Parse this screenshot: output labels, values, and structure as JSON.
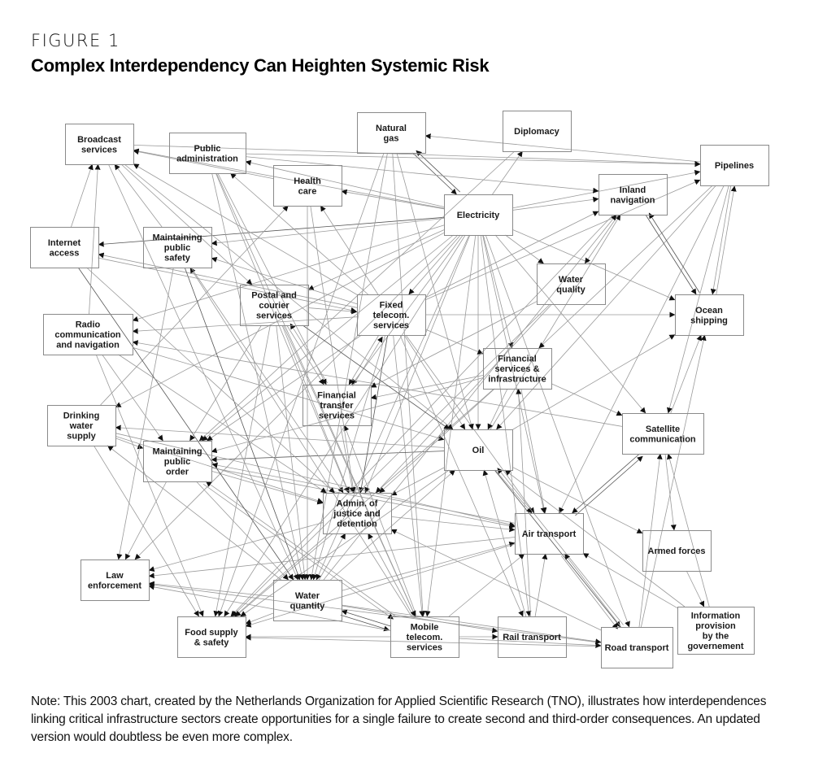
{
  "figure": {
    "label": "FIGURE 1",
    "title": "Complex Interdependency Can Heighten Systemic Risk",
    "note": "Note: This 2003 chart, created by the Netherlands Organization for Applied Scientific Research (TNO), illustrates how interdependences linking critical infrastructure sectors create opportunities for a single failure to create second and third-order consequences. An updated version would doubtless be even more complex."
  },
  "diagram": {
    "type": "network",
    "nodes": [
      {
        "id": "broadcast",
        "lines": [
          "Broadcast",
          "services"
        ]
      },
      {
        "id": "public-admin",
        "lines": [
          "Public",
          "administration"
        ]
      },
      {
        "id": "natural-gas",
        "lines": [
          "Natural",
          "gas"
        ]
      },
      {
        "id": "diplomacy",
        "lines": [
          "Diplomacy"
        ]
      },
      {
        "id": "pipelines",
        "lines": [
          "Pipelines"
        ]
      },
      {
        "id": "health-care",
        "lines": [
          "Health",
          "care"
        ]
      },
      {
        "id": "inland-nav",
        "lines": [
          "Inland",
          "navigation"
        ]
      },
      {
        "id": "electricity",
        "lines": [
          "Electricity"
        ]
      },
      {
        "id": "internet",
        "lines": [
          "Internet",
          "access"
        ]
      },
      {
        "id": "public-safety",
        "lines": [
          "Maintaining",
          "public",
          "safety"
        ]
      },
      {
        "id": "water-quality",
        "lines": [
          "Water",
          "quality"
        ]
      },
      {
        "id": "postal",
        "lines": [
          "Postal and",
          "courier",
          "services"
        ]
      },
      {
        "id": "fixed-telecom",
        "lines": [
          "Fixed",
          "telecom.",
          "services"
        ]
      },
      {
        "id": "ocean-shipping",
        "lines": [
          "Ocean",
          "shipping"
        ]
      },
      {
        "id": "radio",
        "lines": [
          "Radio",
          "communication",
          "and navigation"
        ]
      },
      {
        "id": "fin-services",
        "lines": [
          "Financial",
          "services &",
          "infrastructure"
        ]
      },
      {
        "id": "fin-transfer",
        "lines": [
          "Financial",
          "transfer",
          "services"
        ]
      },
      {
        "id": "drinking-water",
        "lines": [
          "Drinking",
          "water",
          "supply"
        ]
      },
      {
        "id": "satellite",
        "lines": [
          "Satellite",
          "communication"
        ]
      },
      {
        "id": "public-order",
        "lines": [
          "Maintaining",
          "public",
          "order"
        ]
      },
      {
        "id": "oil",
        "lines": [
          "Oil"
        ]
      },
      {
        "id": "justice",
        "lines": [
          "Admin. of",
          "justice and",
          "detention"
        ]
      },
      {
        "id": "air-transport",
        "lines": [
          "Air transport"
        ]
      },
      {
        "id": "armed-forces",
        "lines": [
          "Armed forces"
        ]
      },
      {
        "id": "law-enforcement",
        "lines": [
          "Law",
          "enforcement"
        ]
      },
      {
        "id": "water-quantity",
        "lines": [
          "Water",
          "quantity"
        ]
      },
      {
        "id": "info-provision",
        "lines": [
          "Information",
          "provision",
          "by the",
          "governement"
        ]
      },
      {
        "id": "food-supply",
        "lines": [
          "Food supply",
          "& safety"
        ]
      },
      {
        "id": "mobile-telecom",
        "lines": [
          "Mobile",
          "telecom.",
          "services"
        ]
      },
      {
        "id": "rail-transport",
        "lines": [
          "Rail transport"
        ]
      },
      {
        "id": "road-transport",
        "lines": [
          "Road transport"
        ]
      }
    ],
    "edges": [
      [
        "electricity",
        "broadcast"
      ],
      [
        "electricity",
        "public-admin"
      ],
      [
        "electricity",
        "health-care"
      ],
      [
        "electricity",
        "internet"
      ],
      [
        "electricity",
        "public-safety"
      ],
      [
        "electricity",
        "pipelines"
      ],
      [
        "electricity",
        "inland-nav"
      ],
      [
        "electricity",
        "water-quality"
      ],
      [
        "electricity",
        "postal"
      ],
      [
        "electricity",
        "fixed-telecom"
      ],
      [
        "electricity",
        "radio"
      ],
      [
        "electricity",
        "fin-services"
      ],
      [
        "electricity",
        "fin-transfer"
      ],
      [
        "electricity",
        "drinking-water"
      ],
      [
        "electricity",
        "public-order"
      ],
      [
        "electricity",
        "oil"
      ],
      [
        "electricity",
        "justice"
      ],
      [
        "electricity",
        "air-transport"
      ],
      [
        "electricity",
        "law-enforcement"
      ],
      [
        "electricity",
        "water-quantity"
      ],
      [
        "electricity",
        "food-supply"
      ],
      [
        "electricity",
        "mobile-telecom"
      ],
      [
        "electricity",
        "rail-transport"
      ],
      [
        "electricity",
        "road-transport"
      ],
      [
        "electricity",
        "ocean-shipping"
      ],
      [
        "electricity",
        "satellite"
      ],
      [
        "natural-gas",
        "electricity"
      ],
      [
        "electricity",
        "natural-gas"
      ],
      [
        "electricity",
        "diplomacy"
      ],
      [
        "fixed-telecom",
        "broadcast"
      ],
      [
        "fixed-telecom",
        "internet"
      ],
      [
        "fixed-telecom",
        "public-safety"
      ],
      [
        "fixed-telecom",
        "health-care"
      ],
      [
        "fixed-telecom",
        "public-admin"
      ],
      [
        "fixed-telecom",
        "radio"
      ],
      [
        "fixed-telecom",
        "fin-services"
      ],
      [
        "fixed-telecom",
        "fin-transfer"
      ],
      [
        "fixed-telecom",
        "public-order"
      ],
      [
        "fixed-telecom",
        "oil"
      ],
      [
        "fixed-telecom",
        "justice"
      ],
      [
        "fixed-telecom",
        "air-transport"
      ],
      [
        "fixed-telecom",
        "mobile-telecom"
      ],
      [
        "fixed-telecom",
        "ocean-shipping"
      ],
      [
        "fixed-telecom",
        "inland-nav"
      ],
      [
        "fixed-telecom",
        "pipelines"
      ],
      [
        "fixed-telecom",
        "water-quantity"
      ],
      [
        "fixed-telecom",
        "rail-transport"
      ],
      [
        "oil",
        "public-order"
      ],
      [
        "oil",
        "air-transport"
      ],
      [
        "oil",
        "road-transport"
      ],
      [
        "oil",
        "ocean-shipping"
      ],
      [
        "oil",
        "inland-nav"
      ],
      [
        "oil",
        "food-supply"
      ],
      [
        "oil",
        "armed-forces"
      ],
      [
        "oil",
        "justice"
      ],
      [
        "oil",
        "drinking-water"
      ],
      [
        "pipelines",
        "oil"
      ],
      [
        "pipelines",
        "natural-gas"
      ],
      [
        "pipelines",
        "ocean-shipping"
      ],
      [
        "ocean-shipping",
        "pipelines"
      ],
      [
        "pipelines",
        "air-transport"
      ],
      [
        "pipelines",
        "satellite"
      ],
      [
        "pipelines",
        "fin-services"
      ],
      [
        "inland-nav",
        "ocean-shipping"
      ],
      [
        "ocean-shipping",
        "inland-nav"
      ],
      [
        "inland-nav",
        "water-quality"
      ],
      [
        "inland-nav",
        "food-supply"
      ],
      [
        "satellite",
        "air-transport"
      ],
      [
        "air-transport",
        "satellite"
      ],
      [
        "satellite",
        "ocean-shipping"
      ],
      [
        "satellite",
        "armed-forces"
      ],
      [
        "satellite",
        "radio"
      ],
      [
        "road-transport",
        "satellite"
      ],
      [
        "road-transport",
        "food-supply"
      ],
      [
        "road-transport",
        "oil"
      ],
      [
        "road-transport",
        "air-transport"
      ],
      [
        "road-transport",
        "justice"
      ],
      [
        "road-transport",
        "ocean-shipping"
      ],
      [
        "road-transport",
        "law-enforcement"
      ],
      [
        "rail-transport",
        "air-transport"
      ],
      [
        "rail-transport",
        "oil"
      ],
      [
        "rail-transport",
        "fin-services"
      ],
      [
        "mobile-telecom",
        "water-quantity"
      ],
      [
        "water-quantity",
        "mobile-telecom"
      ],
      [
        "mobile-telecom",
        "fin-transfer"
      ],
      [
        "mobile-telecom",
        "public-order"
      ],
      [
        "mobile-telecom",
        "justice"
      ],
      [
        "mobile-telecom",
        "air-transport"
      ],
      [
        "mobile-telecom",
        "rail-transport"
      ],
      [
        "mobile-telecom",
        "road-transport"
      ],
      [
        "mobile-telecom",
        "law-enforcement"
      ],
      [
        "mobile-telecom",
        "food-supply"
      ],
      [
        "mobile-telecom",
        "public-safety"
      ],
      [
        "water-quantity",
        "food-supply"
      ],
      [
        "water-quantity",
        "drinking-water"
      ],
      [
        "water-quantity",
        "justice"
      ],
      [
        "water-quantity",
        "law-enforcement"
      ],
      [
        "water-quantity",
        "rail-transport"
      ],
      [
        "water-quantity",
        "road-transport"
      ],
      [
        "water-quantity",
        "inland-nav"
      ],
      [
        "water-quantity",
        "air-transport"
      ],
      [
        "water-quantity",
        "oil"
      ],
      [
        "drinking-water",
        "public-order"
      ],
      [
        "drinking-water",
        "food-supply"
      ],
      [
        "drinking-water",
        "justice"
      ],
      [
        "drinking-water",
        "health-care"
      ],
      [
        "drinking-water",
        "air-transport"
      ],
      [
        "public-order",
        "law-enforcement"
      ],
      [
        "public-order",
        "justice"
      ],
      [
        "public-order",
        "water-quantity"
      ],
      [
        "public-order",
        "air-transport"
      ],
      [
        "public-order",
        "mobile-telecom"
      ],
      [
        "public-safety",
        "water-quantity"
      ],
      [
        "public-safety",
        "law-enforcement"
      ],
      [
        "public-safety",
        "justice"
      ],
      [
        "public-safety",
        "broadcast"
      ],
      [
        "internet",
        "broadcast"
      ],
      [
        "internet",
        "justice"
      ],
      [
        "internet",
        "water-quantity"
      ],
      [
        "internet",
        "fixed-telecom"
      ],
      [
        "radio",
        "public-order"
      ],
      [
        "radio",
        "justice"
      ],
      [
        "radio",
        "food-supply"
      ],
      [
        "radio",
        "broadcast"
      ],
      [
        "radio",
        "oil"
      ],
      [
        "postal",
        "fixed-telecom"
      ],
      [
        "postal",
        "fin-transfer"
      ],
      [
        "postal",
        "justice"
      ],
      [
        "postal",
        "oil"
      ],
      [
        "postal",
        "food-supply"
      ],
      [
        "postal",
        "public-order"
      ],
      [
        "postal",
        "water-quantity"
      ],
      [
        "postal",
        "mobile-telecom"
      ],
      [
        "fin-services",
        "fin-transfer"
      ],
      [
        "fin-services",
        "oil"
      ],
      [
        "fin-services",
        "air-transport"
      ],
      [
        "fin-services",
        "justice"
      ],
      [
        "fin-services",
        "satellite"
      ],
      [
        "fin-services",
        "food-supply"
      ],
      [
        "fin-services",
        "public-order"
      ],
      [
        "fin-transfer",
        "justice"
      ],
      [
        "fin-transfer",
        "fixed-telecom"
      ],
      [
        "fin-transfer",
        "postal"
      ],
      [
        "public-admin",
        "justice"
      ],
      [
        "public-admin",
        "water-quantity"
      ],
      [
        "public-admin",
        "mobile-telecom"
      ],
      [
        "public-admin",
        "pipelines"
      ],
      [
        "public-admin",
        "inland-nav"
      ],
      [
        "public-admin",
        "fin-transfer"
      ],
      [
        "health-care",
        "water-quantity"
      ],
      [
        "health-care",
        "justice"
      ],
      [
        "health-care",
        "broadcast"
      ],
      [
        "broadcast",
        "pipelines"
      ],
      [
        "broadcast",
        "postal"
      ],
      [
        "broadcast",
        "water-quantity"
      ],
      [
        "broadcast",
        "oil"
      ],
      [
        "justice",
        "law-enforcement"
      ],
      [
        "justice",
        "food-supply"
      ],
      [
        "justice",
        "air-transport"
      ],
      [
        "air-transport",
        "road-transport"
      ],
      [
        "air-transport",
        "law-enforcement"
      ],
      [
        "air-transport",
        "public-order"
      ],
      [
        "air-transport",
        "food-supply"
      ],
      [
        "info-provision",
        "air-transport"
      ],
      [
        "info-provision",
        "oil"
      ],
      [
        "info-provision",
        "satellite"
      ],
      [
        "armed-forces",
        "info-provision"
      ],
      [
        "water-quality",
        "fin-transfer"
      ],
      [
        "water-quality",
        "justice"
      ],
      [
        "water-quality",
        "food-supply"
      ],
      [
        "diplomacy",
        "public-order"
      ],
      [
        "natural-gas",
        "oil"
      ],
      [
        "natural-gas",
        "mobile-telecom"
      ],
      [
        "natural-gas",
        "food-supply"
      ],
      [
        "natural-gas",
        "water-quantity"
      ]
    ]
  }
}
